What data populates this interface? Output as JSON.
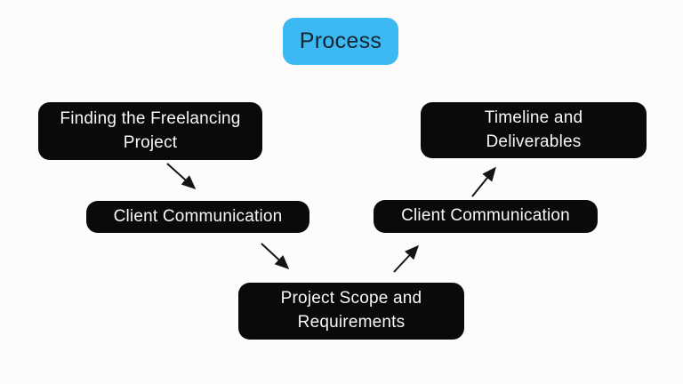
{
  "title": {
    "label": "Process"
  },
  "colors": {
    "accent_blue": "#3cb9f2",
    "title_text": "#152430",
    "node_background": "#0a0a0a",
    "node_text": "#f7f7f7",
    "arrow": "#141414",
    "background": "#fdfcfa"
  },
  "nodes": [
    {
      "id": "finding-project",
      "label": "Finding the Freelancing Project"
    },
    {
      "id": "client-communication-1",
      "label": "Client Communication"
    },
    {
      "id": "project-scope",
      "label": "Project Scope and Requirements"
    },
    {
      "id": "client-communication-2",
      "label": "Client Communication"
    },
    {
      "id": "timeline-deliverables",
      "label": "Timeline and Deliverables"
    }
  ],
  "edges": [
    {
      "from": "finding-project",
      "to": "client-communication-1"
    },
    {
      "from": "client-communication-1",
      "to": "project-scope"
    },
    {
      "from": "project-scope",
      "to": "client-communication-2"
    },
    {
      "from": "client-communication-2",
      "to": "timeline-deliverables"
    }
  ]
}
